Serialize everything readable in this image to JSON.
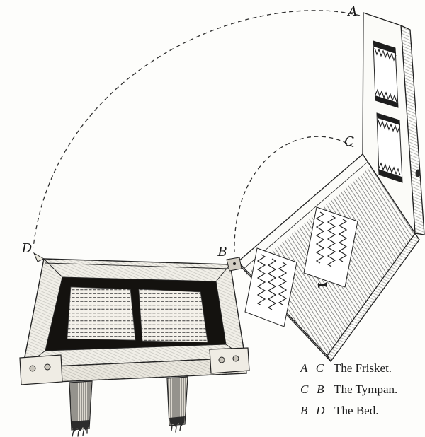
{
  "figure": {
    "labels": {
      "a": "A",
      "b": "B",
      "c": "C",
      "d": "D"
    }
  },
  "legend": {
    "items": [
      {
        "letters": "A C",
        "name": "The Frisket."
      },
      {
        "letters": "C B",
        "name": "The Tympan."
      },
      {
        "letters": "B D",
        "name": "The Bed."
      }
    ]
  },
  "colors": {
    "ink": "#1d1d1d",
    "paper": "#fdfdfb"
  }
}
